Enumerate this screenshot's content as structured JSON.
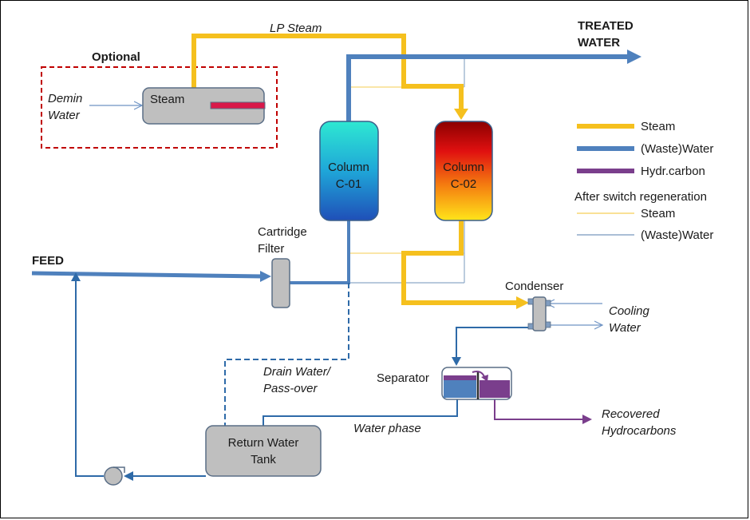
{
  "labels": {
    "optional": "Optional",
    "demin_line1": "Demin",
    "demin_line2": "Water",
    "steam_generator": "Steam",
    "lp_steam": "LP Steam",
    "treated_line1": "TREATED",
    "treated_line2": "WATER",
    "column1_line1": "Column",
    "column1_line2": "C-01",
    "column2_line1": "Column",
    "column2_line2": "C-02",
    "feed": "FEED",
    "cartridge_line1": "Cartridge",
    "cartridge_line2": "Filter",
    "condenser": "Condenser",
    "cooling_line1": "Cooling",
    "cooling_line2": "Water",
    "separator": "Separator",
    "drain_line1": "Drain Water/",
    "drain_line2": "Pass-over",
    "water_phase": "Water phase",
    "recovered_line1": "Recovered",
    "recovered_line2": "Hydrocarbons",
    "return_line1": "Return Water",
    "return_line2": "Tank"
  },
  "legend": {
    "steam": "Steam",
    "water": "(Waste)Water",
    "hydrocarbon": "Hydr.carbon",
    "after_switch": "After switch regeneration",
    "steam_thin": "Steam",
    "water_thin": "(Waste)Water"
  },
  "colors": {
    "steam": "#f5c01e",
    "water": "#4f81bd",
    "hydrocarbon": "#7a3e8c",
    "dashed_box": "#c00000",
    "vessel_fill": "#bfbfbf",
    "thin_water": "#8ea9c8",
    "thin_steam": "#f7d774"
  }
}
